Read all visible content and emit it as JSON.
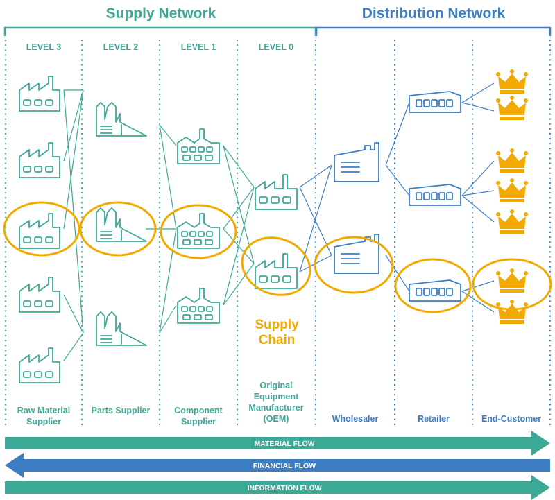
{
  "header": {
    "supply_network": "Supply Network",
    "distribution_network": "Distribution Network"
  },
  "levels": [
    "LEVEL 3",
    "LEVEL 2",
    "LEVEL 1",
    "LEVEL 0"
  ],
  "supply_chain_label": [
    "Supply",
    "Chain"
  ],
  "columns": [
    {
      "lines": [
        "Raw Material",
        "Supplier"
      ]
    },
    {
      "lines": [
        "Parts Supplier"
      ]
    },
    {
      "lines": [
        "Component",
        "Supplier"
      ]
    },
    {
      "lines": [
        "Original",
        "Equipment",
        "Manufacturer",
        "(OEM)"
      ]
    },
    {
      "lines": [
        "Wholesaler"
      ]
    },
    {
      "lines": [
        "Retailer"
      ]
    },
    {
      "lines": [
        "End-Customer"
      ]
    }
  ],
  "flows": [
    {
      "label": "MATERIAL FLOW",
      "direction": "right",
      "color": "#3BA995"
    },
    {
      "label": "FINANCIAL FLOW",
      "direction": "left",
      "color": "#3D7EC2"
    },
    {
      "label": "INFORMATION FLOW",
      "direction": "right",
      "color": "#3BA995"
    }
  ],
  "colors": {
    "supply": "#3BA995",
    "distribution": "#3D7EC2",
    "highlight": "#F2A900"
  }
}
